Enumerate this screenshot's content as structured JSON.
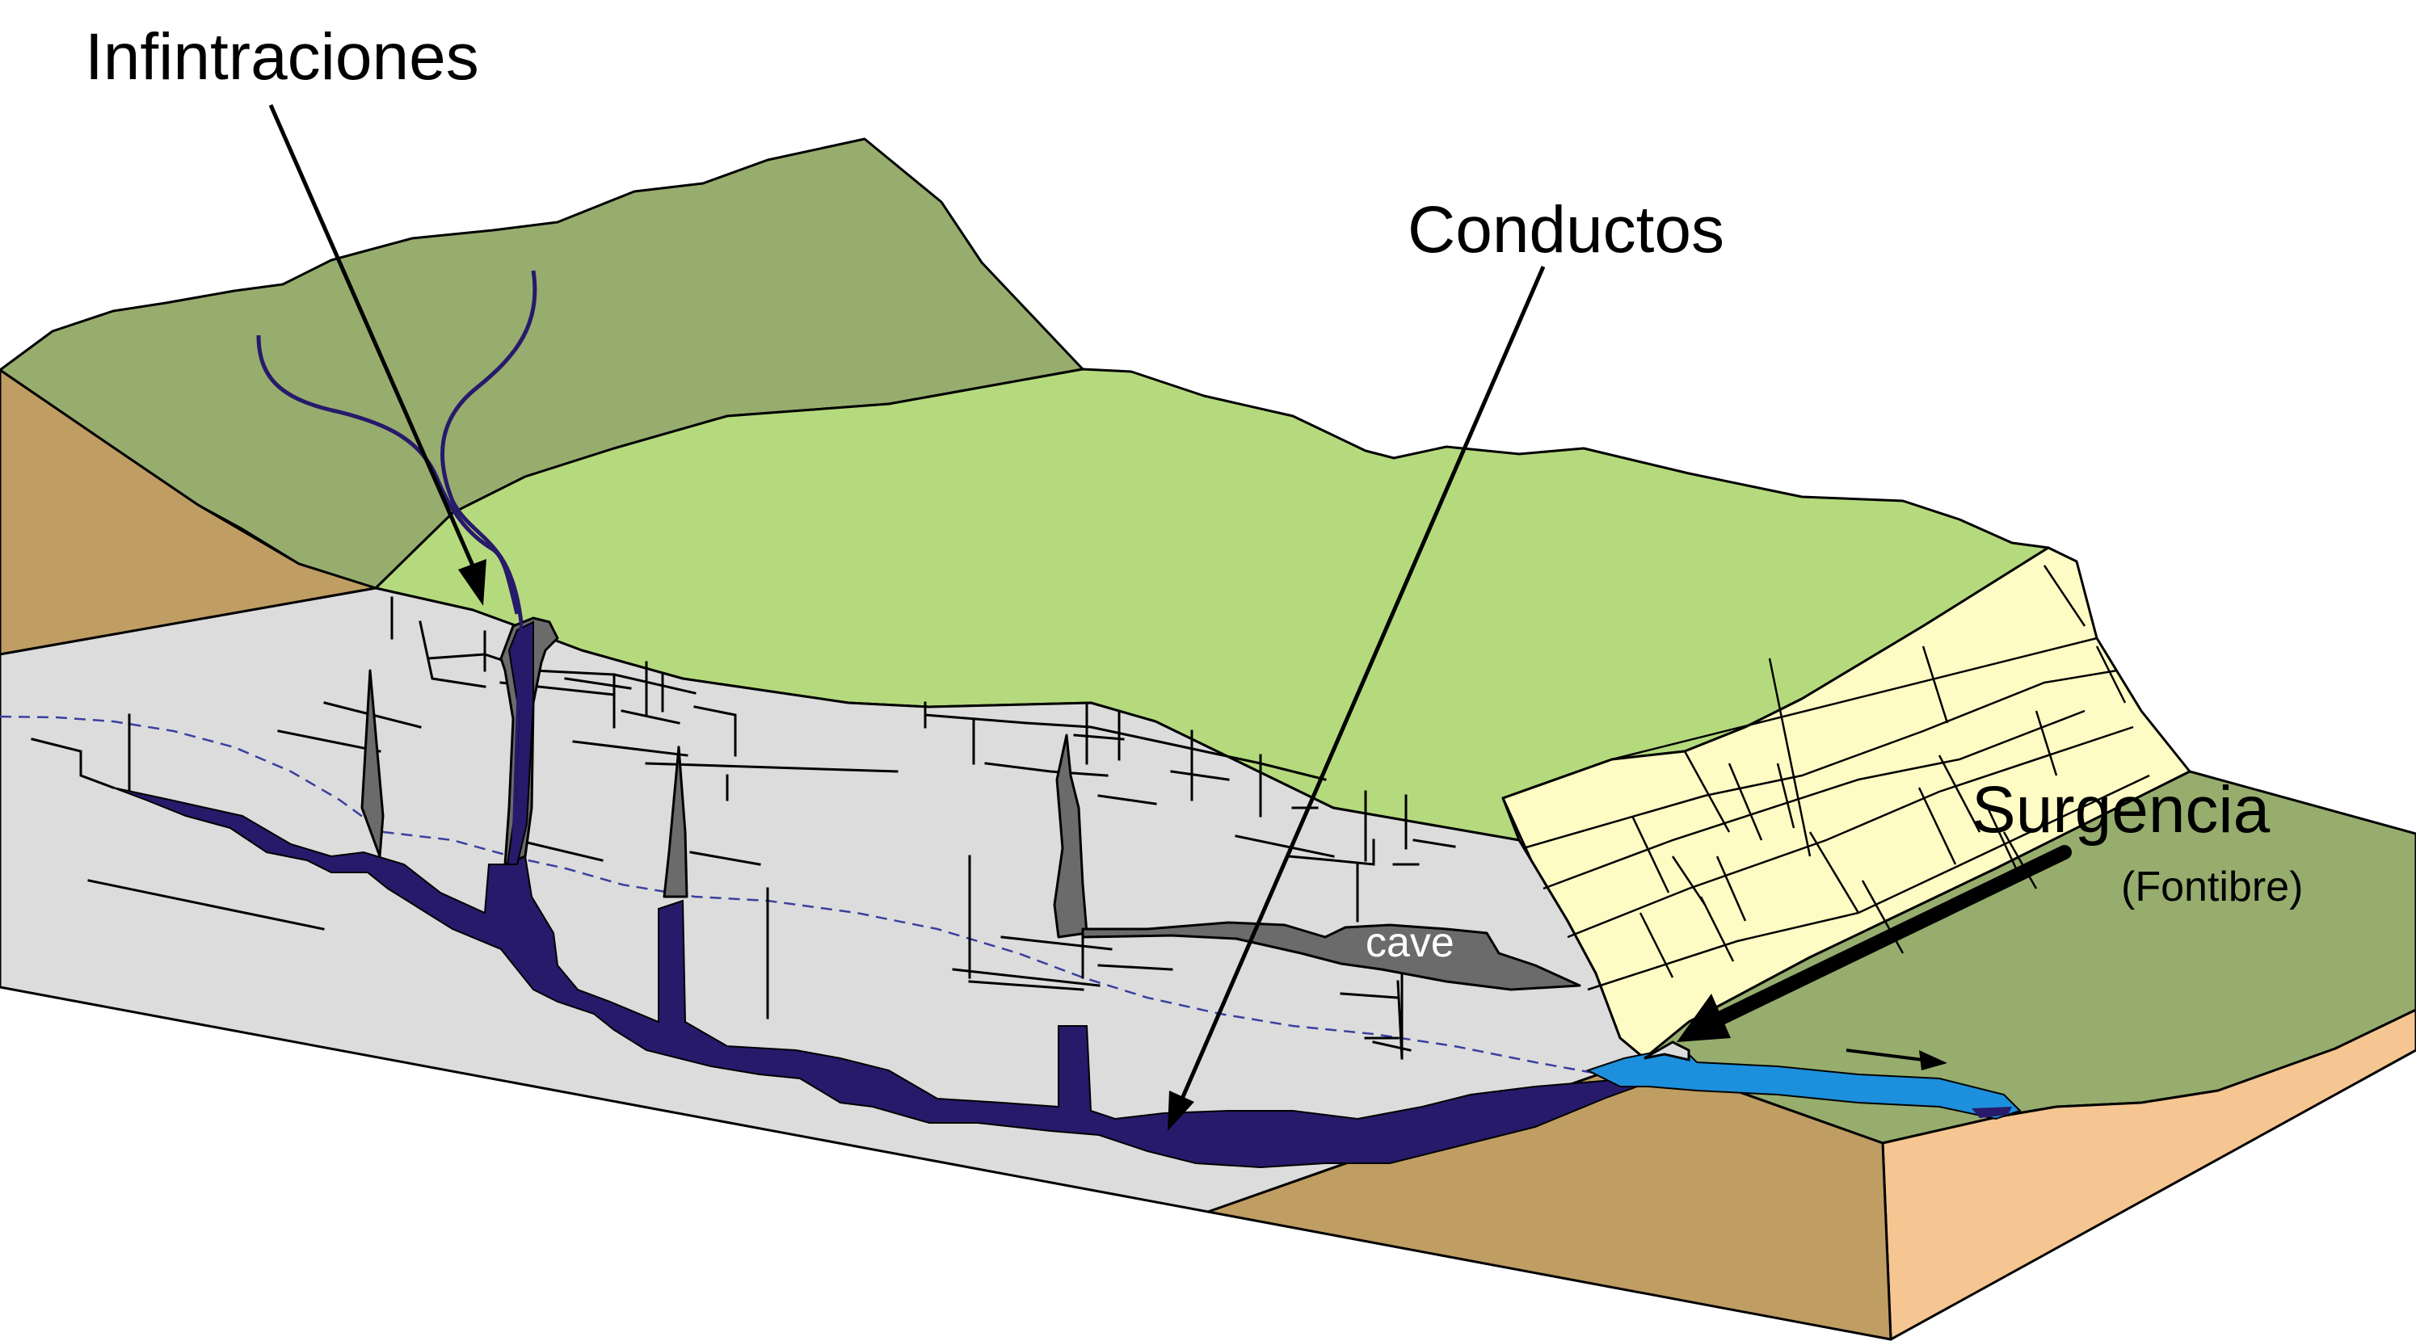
{
  "labels": {
    "infiltration": "Infintraciones",
    "conduits": "Conductos",
    "spring": "Surgencia",
    "spring_name": "(Fontibre)",
    "cave": "cave"
  },
  "colors": {
    "upland_grass": "#97ad6e",
    "plateau_grass": "#b5da7d",
    "limestone_section": "#dcdcdc",
    "sediment_section_dark": "#bf9d63",
    "sediment_section_light": "#f5c592",
    "bedded_rock": "#fffbc4",
    "conduit_water": "#271a6b",
    "stream_water": "#1c90dd",
    "cave_fill": "#6b6b6b"
  }
}
